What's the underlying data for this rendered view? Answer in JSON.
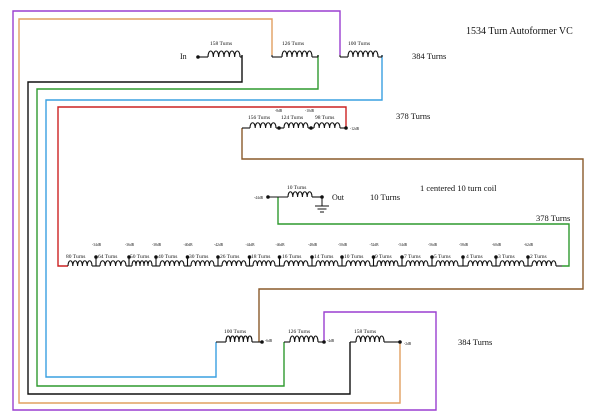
{
  "title": "1534 Turn Autoformer VC",
  "input_label": "In",
  "output_label": "Out",
  "top_group_total": "384 Turns",
  "mid_group_total": "378 Turns",
  "center_coil_label": "10 Turns",
  "center_coil_total": "10 Turns",
  "center_coil_note": "1 centered 10 turn coil",
  "long_row_total": "378 Turns",
  "bottom_group_total": "384 Turns",
  "top_coils": [
    "158 Turns",
    "126 Turns",
    "100 Turns"
  ],
  "mid_coils": [
    "156 Turns",
    "124 Turns",
    "98 Turns"
  ],
  "mid_db_labels": [
    "-8dB",
    "-10dB",
    "-12dB"
  ],
  "center_db_label": "-44dB",
  "long_coils": [
    "80 Turns",
    "64 Turns",
    "50 Turns",
    "40 Turns",
    "30 Turns",
    "26 Turns",
    "18 Turns",
    "16 Turns",
    "14 Turns",
    "10 Turns",
    "9 Turns",
    "7 Turns",
    "5 Turns",
    "4 Turns",
    "3 Turns",
    "2 Turns"
  ],
  "long_db_labels": [
    "-34dB",
    "-36dB",
    "-38dB",
    "-40dB",
    "-42dB",
    "-44dB",
    "-46dB",
    "-48dB",
    "-50dB",
    "-52dB",
    "-54dB",
    "-56dB",
    "-58dB",
    "-60dB",
    "-62dB"
  ],
  "bottom_coils": [
    "100 Turns",
    "126 Turns",
    "158 Turns"
  ],
  "bottom_db_labels": [
    "-6dB",
    "-4dB",
    "-2dB"
  ],
  "wire_colors": {
    "orange": "#e0a060",
    "purple": "#9a3fd0",
    "green": "#2f9a2f",
    "blue": "#3aa0e0",
    "red": "#cc2222",
    "brown": "#8a5a2a",
    "black": "#111111"
  }
}
